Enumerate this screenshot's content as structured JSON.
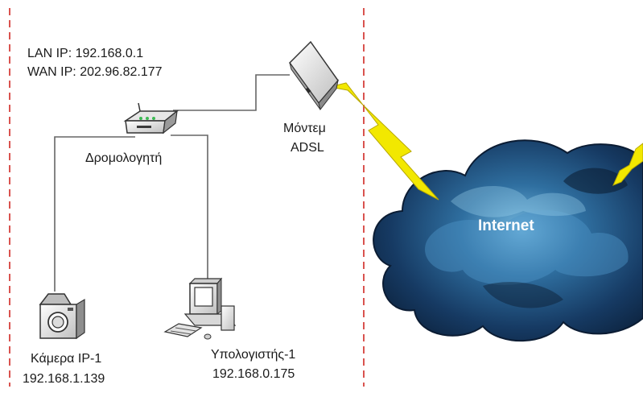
{
  "router": {
    "lan_ip": "LAN IP: 192.168.0.1",
    "wan_ip": "WAN IP: 202.96.82.177",
    "label": "Δρομολογητή"
  },
  "modem": {
    "line1": "Μόντεμ",
    "line2": "ADSL"
  },
  "internet": {
    "label": "Internet"
  },
  "camera": {
    "name": "Κάμερα IP-1",
    "ip": "192.168.1.139"
  },
  "computer": {
    "name": "Υπολογιστής-1",
    "ip": "192.168.0.175"
  },
  "colors": {
    "boundary_line": "#d9534f",
    "cable": "#666666",
    "lightning": "#f2e800",
    "cloud_dark": "#0d2440",
    "cloud_mid": "#2f6fa0",
    "cloud_light": "#74b8df"
  }
}
